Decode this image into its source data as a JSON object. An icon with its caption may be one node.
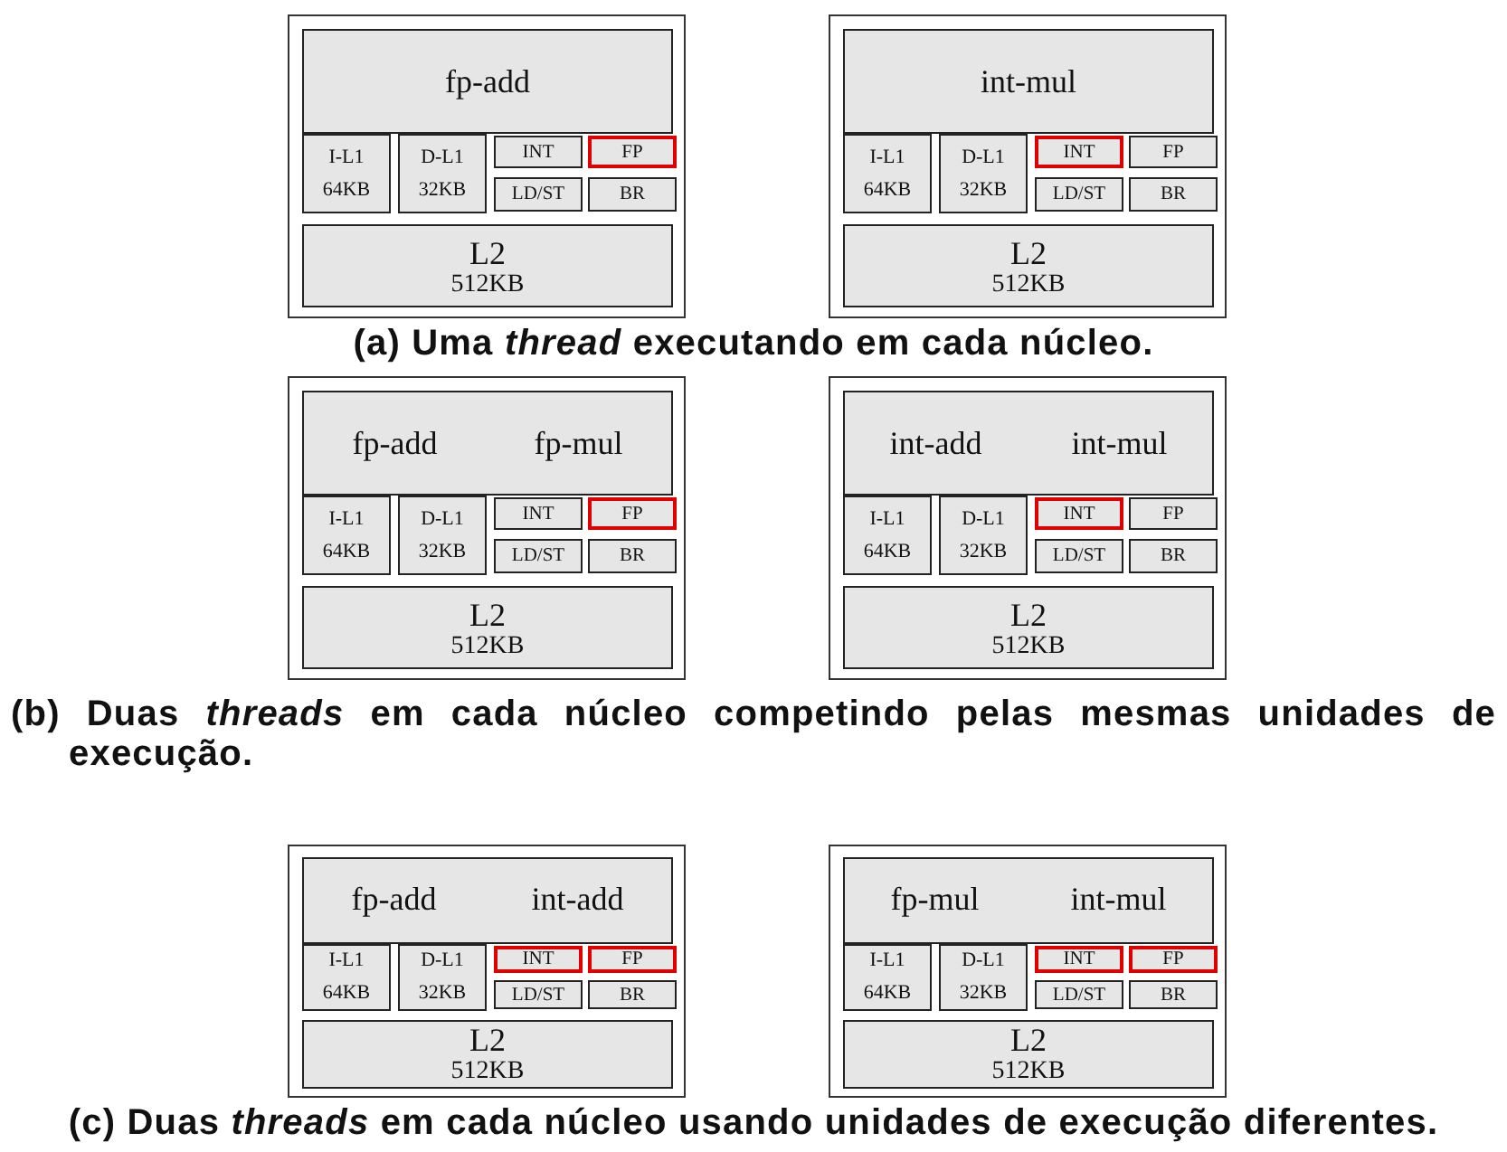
{
  "diagram": {
    "nodes": [
      {
        "text": [],
        "shape": "box"
      },
      {
        "text": [
          "fp-add"
        ],
        "in": 0
      },
      {
        "text": [
          "I-L1",
          "64KB"
        ],
        "in": 0
      },
      {
        "text": [
          "D-L1",
          "32KB"
        ],
        "in": 0
      },
      {
        "text": [
          "INT"
        ],
        "in": 0
      },
      {
        "text": [
          "FP"
        ],
        "in": 0
      },
      {
        "text": [
          "LD/ST"
        ],
        "in": 0
      },
      {
        "text": [
          "BR"
        ],
        "in": 0
      },
      {
        "text": [
          "L2",
          "512KB"
        ],
        "in": 0
      },
      {
        "text": [],
        "shape": "box"
      },
      {
        "text": [
          "int-mul"
        ],
        "in": 9
      },
      {
        "text": [
          "I-L1",
          "64KB"
        ],
        "in": 9
      },
      {
        "text": [
          "D-L1",
          "32KB"
        ],
        "in": 9
      },
      {
        "text": [
          "INT"
        ],
        "in": 9
      },
      {
        "text": [
          "FP"
        ],
        "in": 9
      },
      {
        "text": [
          "LD/ST"
        ],
        "in": 9
      },
      {
        "text": [
          "BR"
        ],
        "in": 9
      },
      {
        "text": [
          "L2",
          "512KB"
        ],
        "in": 9
      },
      {
        "text": [],
        "shape": "box"
      },
      {
        "text": [
          "fp-add",
          "fp-mul"
        ],
        "in": 18
      },
      {
        "text": [
          "I-L1",
          "64KB"
        ],
        "in": 18
      },
      {
        "text": [
          "D-L1",
          "32KB"
        ],
        "in": 18
      },
      {
        "text": [
          "INT"
        ],
        "in": 18
      },
      {
        "text": [
          "FP"
        ],
        "in": 18
      },
      {
        "text": [
          "LD/ST"
        ],
        "in": 18
      },
      {
        "text": [
          "BR"
        ],
        "in": 18
      },
      {
        "text": [
          "L2",
          "512KB"
        ],
        "in": 18
      },
      {
        "text": [],
        "shape": "box"
      },
      {
        "text": [
          "int-add",
          "int-mul"
        ],
        "in": 27
      },
      {
        "text": [
          "I-L1",
          "64KB"
        ],
        "in": 27
      },
      {
        "text": [
          "D-L1",
          "32KB"
        ],
        "in": 27
      },
      {
        "text": [
          "INT"
        ],
        "in": 27
      },
      {
        "text": [
          "FP"
        ],
        "in": 27
      },
      {
        "text": [
          "LD/ST"
        ],
        "in": 27
      },
      {
        "text": [
          "BR"
        ],
        "in": 27
      },
      {
        "text": [
          "L2",
          "512KB"
        ],
        "in": 27
      },
      {
        "text": [],
        "shape": "box"
      },
      {
        "text": [
          "fp-add",
          "int-add"
        ],
        "in": 36
      },
      {
        "text": [
          "I-L1",
          "64KB"
        ],
        "in": 36
      },
      {
        "text": [
          "D-L1",
          "32KB"
        ],
        "in": 36
      },
      {
        "text": [
          "INT"
        ],
        "in": 36
      },
      {
        "text": [
          "FP"
        ],
        "in": 36
      },
      {
        "text": [
          "LD/ST"
        ],
        "in": 36
      },
      {
        "text": [
          "BR"
        ],
        "in": 36
      },
      {
        "text": [
          "L2",
          "512KB"
        ],
        "in": 36
      },
      {
        "text": [],
        "shape": "box"
      },
      {
        "text": [
          "fp-mul",
          "int-mul"
        ],
        "in": 45
      },
      {
        "text": [
          "I-L1",
          "64KB"
        ],
        "in": 45
      },
      {
        "text": [
          "D-L1",
          "32KB"
        ],
        "in": 45
      },
      {
        "text": [
          "INT"
        ],
        "in": 45
      },
      {
        "text": [
          "FP"
        ],
        "in": 45
      },
      {
        "text": [
          "LD/ST"
        ],
        "in": 45
      },
      {
        "text": [
          "BR"
        ],
        "in": 45
      },
      {
        "text": [
          "L2",
          "512KB"
        ],
        "in": 45
      }
    ],
    "labels": [
      "(a) Uma *thread* executando em cada núcleo.",
      "(b) Duas *threads* em cada núcleo competindo pelas mesmas unidades de execução.",
      "(c) Duas *threads* em cada núcleo usando unidades de execução diferentes."
    ]
  }
}
